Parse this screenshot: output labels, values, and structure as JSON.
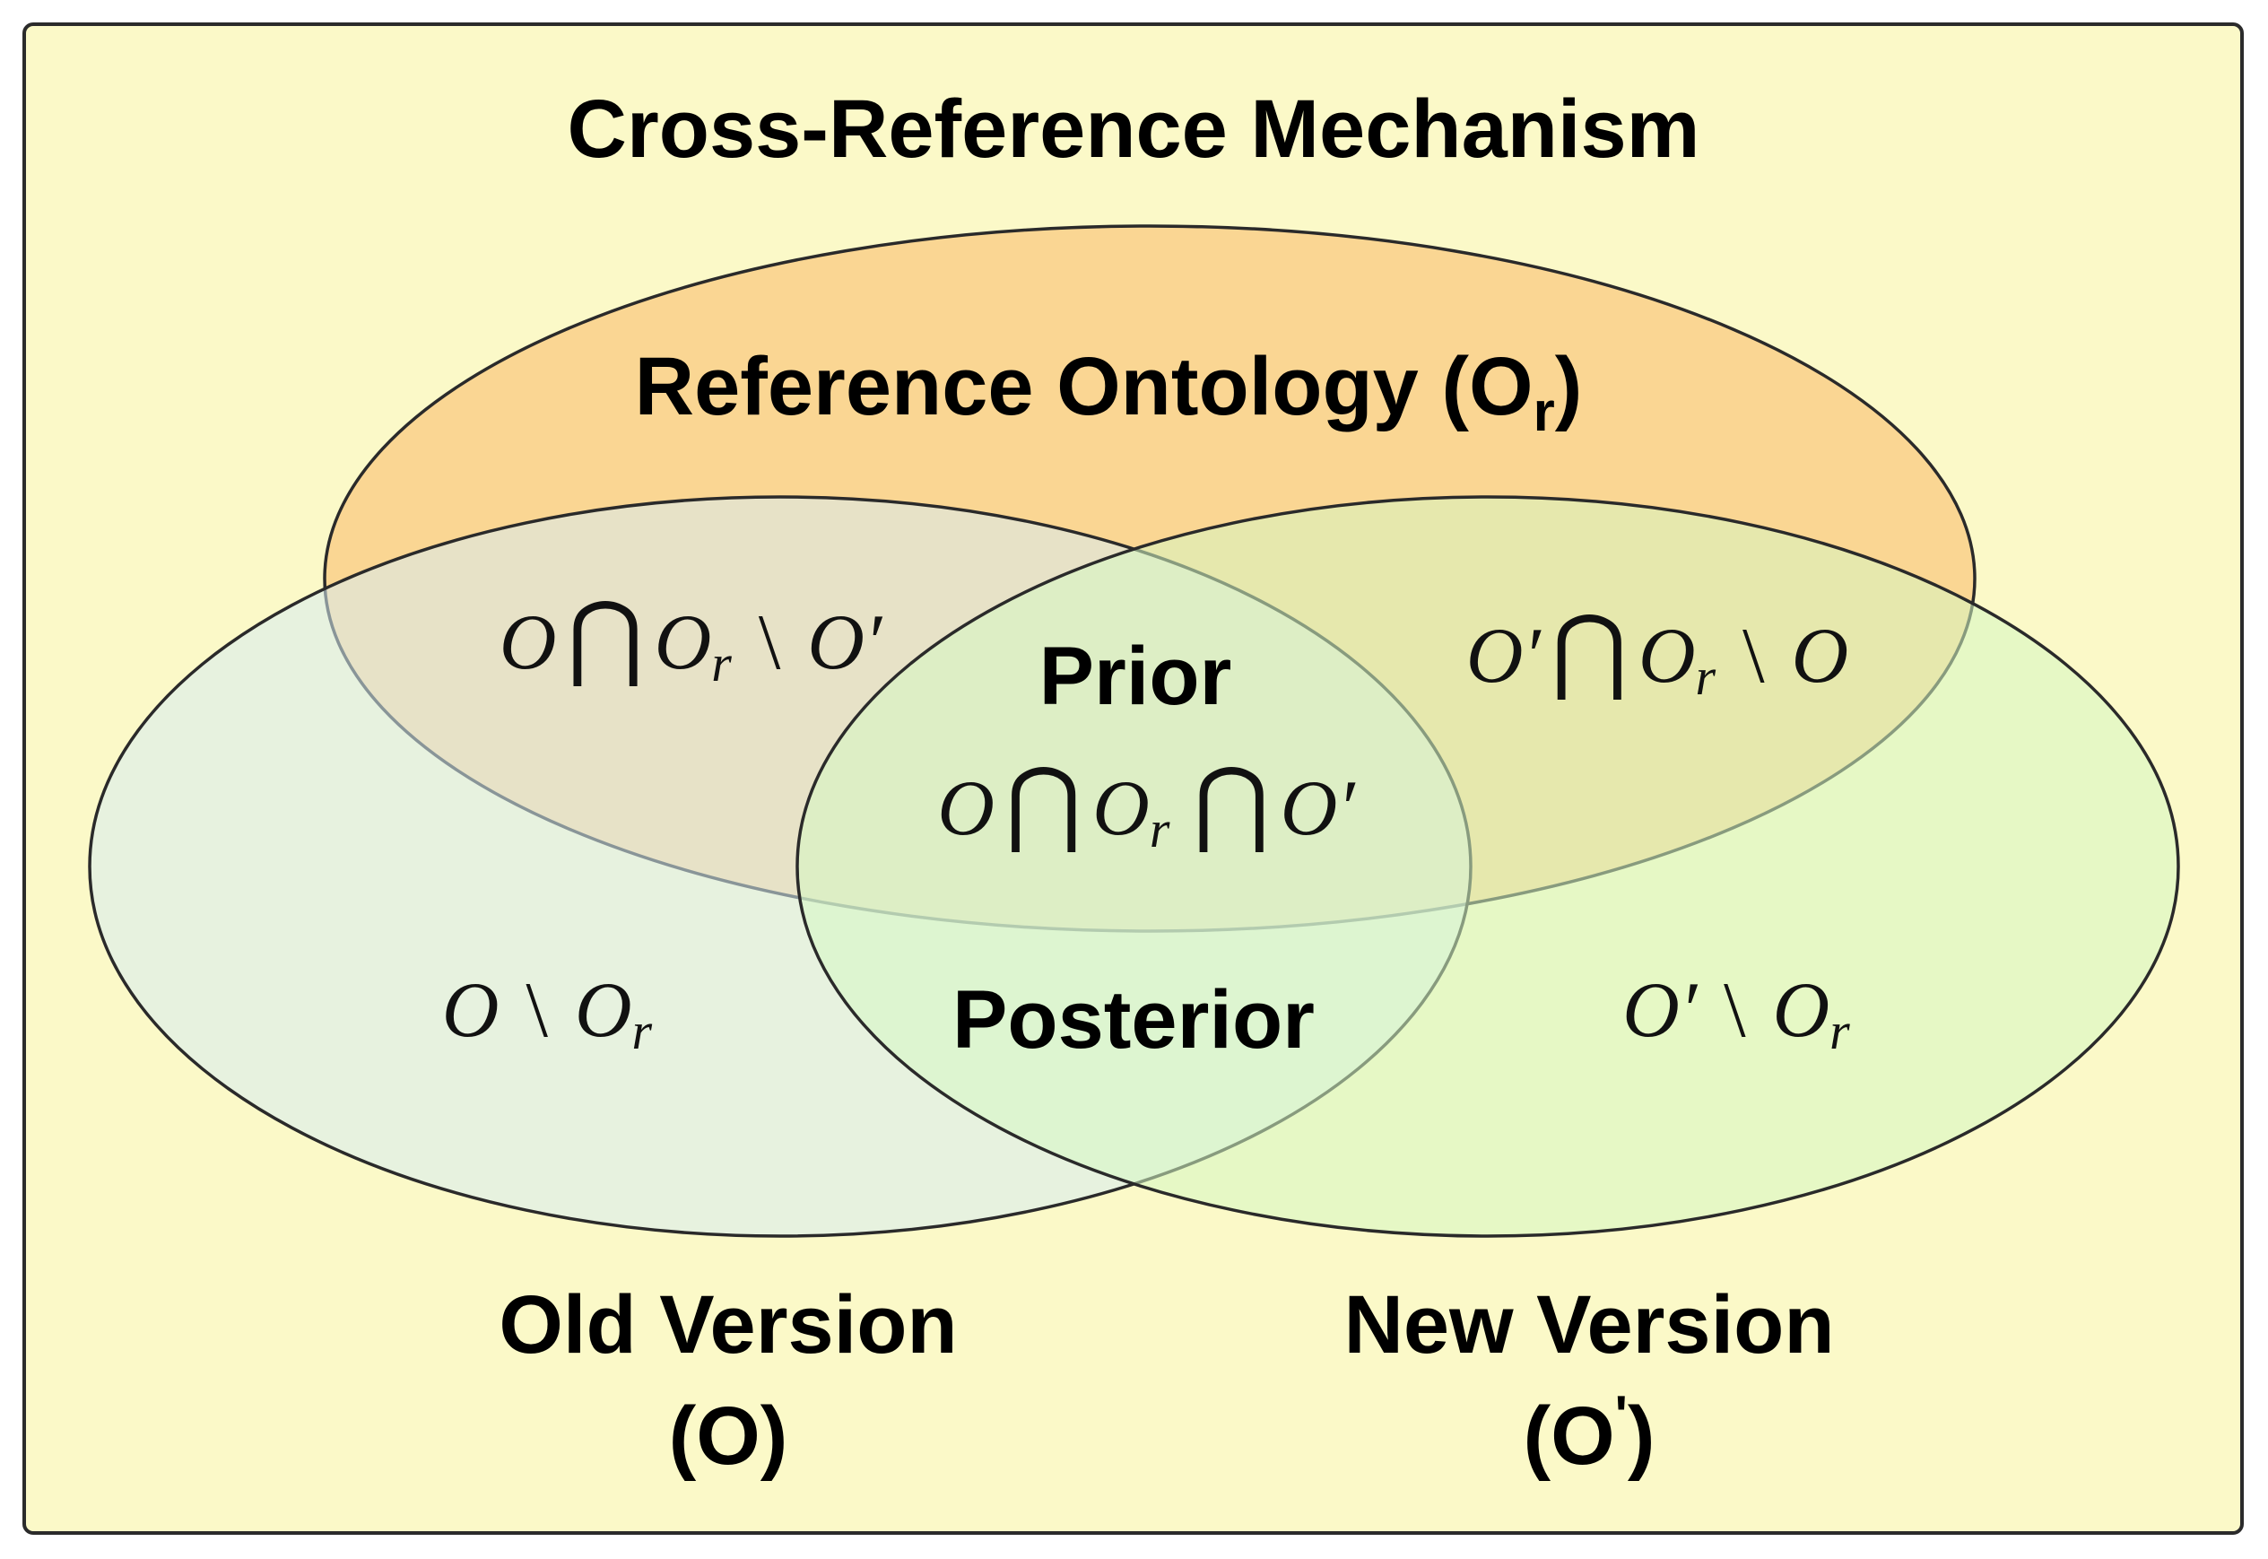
{
  "diagram": {
    "title": "Cross-Reference Mechanism",
    "colors": {
      "background": "#fbf9c8",
      "border": "#2b2b2b",
      "reference_fill": "#f9d08a",
      "old_fill": "#d7ecf2",
      "new_fill": "#d6f7c2",
      "outline": "#2a2a2a"
    },
    "sets": {
      "reference": {
        "label": "Reference Ontology (O",
        "sub": "r",
        "close": ")"
      },
      "old": {
        "label_line1": "Old Version",
        "label_line2": "(O)"
      },
      "new": {
        "label_line1": "New Version",
        "label_line2_open": "(O",
        "label_line2_mark": "'",
        "label_line2_close": ")"
      }
    },
    "regions": {
      "old_ref_only": {
        "a": "O",
        "op1": "⋂",
        "b": "O",
        "b_sub": "r",
        "op2": "\\",
        "c": "O′"
      },
      "new_ref_only": {
        "a": "O′",
        "op1": "⋂",
        "b": "O",
        "b_sub": "r",
        "op2": "\\",
        "c": "O"
      },
      "center": {
        "label": "Prior",
        "a": "O",
        "op1": "⋂",
        "b": "O",
        "b_sub": "r",
        "op2": "⋂",
        "c": "O′"
      },
      "old_only": {
        "a": "O",
        "op": "\\",
        "b": "O",
        "b_sub": "r"
      },
      "new_only": {
        "a": "O′",
        "op": "\\",
        "b": "O",
        "b_sub": "r"
      },
      "old_new": {
        "label": "Posterior"
      }
    }
  }
}
